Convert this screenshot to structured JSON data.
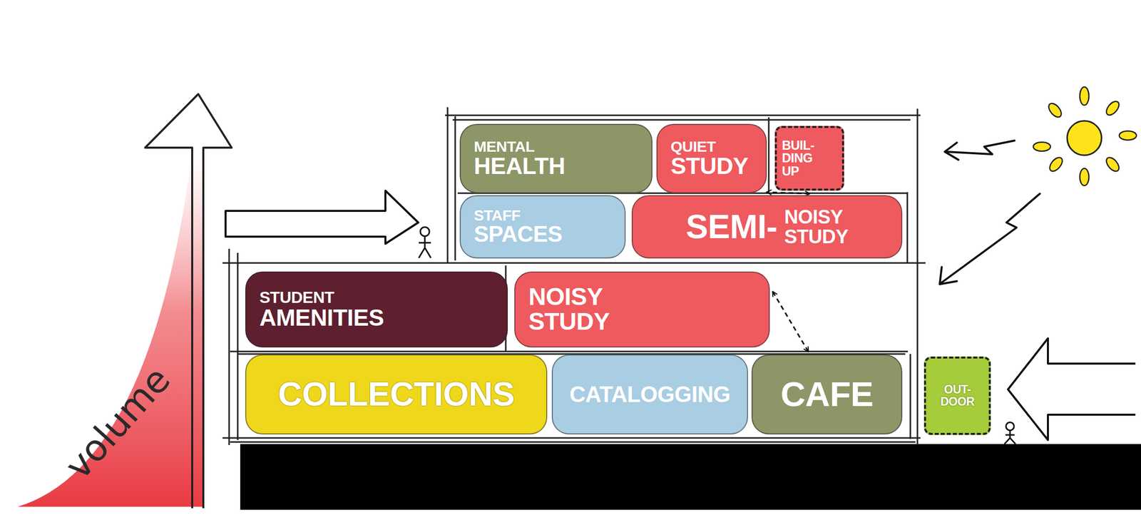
{
  "diagram": {
    "nodes": [
      {
        "text": [
          "MENTAL",
          "HEALTH"
        ]
      },
      {
        "text": [
          "QUIET",
          "STUDY"
        ]
      },
      {
        "text": [
          "BUIL- DING UP"
        ]
      },
      {
        "text": [
          "STAFF",
          "SPACES"
        ]
      },
      {
        "text": [
          "SEMI-",
          "NOISY STUDY"
        ]
      },
      {
        "text": [
          "STUDENT",
          "AMENITIES"
        ]
      },
      {
        "text": [
          "NOISY STUDY"
        ]
      },
      {
        "text": [
          "COLLECTIONS"
        ]
      },
      {
        "text": [
          "CATALOGGING"
        ]
      },
      {
        "text": [
          "CAFE"
        ]
      },
      {
        "text": [
          "OUT- DOOR"
        ]
      }
    ],
    "edges": [
      {
        "from": 2,
        "to": 4,
        "arrow": "both"
      },
      {
        "from": 6,
        "to": 9,
        "arrow": "both"
      }
    ],
    "labels": [
      "volume"
    ]
  }
}
